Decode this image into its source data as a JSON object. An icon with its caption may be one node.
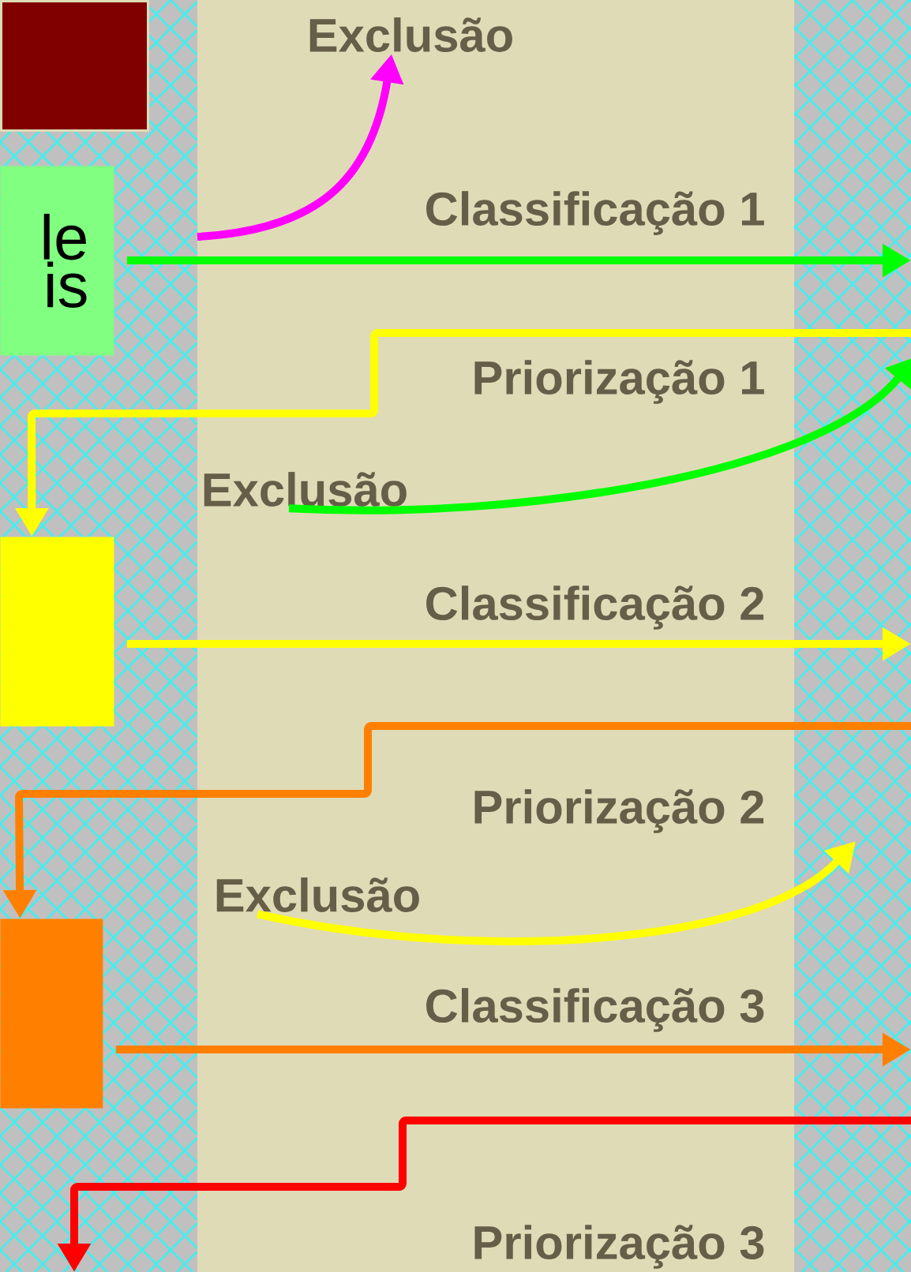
{
  "diagram": {
    "nodes": [
      {
        "text": [],
        "shape": "box"
      },
      {
        "text": [
          "Exclusão"
        ]
      },
      {
        "text": [
          "le is"
        ]
      },
      {
        "text": [
          "Exclusão"
        ]
      },
      {
        "text": [],
        "shape": "box"
      },
      {
        "text": [
          "Exclusão"
        ]
      },
      {
        "text": [],
        "shape": "box"
      }
    ],
    "edges": [
      {
        "from": null,
        "to": 1,
        "arrow": "to",
        "color": "#ff00ff"
      },
      {
        "from": 2,
        "to": null,
        "arrow": "to",
        "label": "Classificação 1",
        "color": "#00ff00"
      },
      {
        "from": null,
        "to": 4,
        "arrow": "to",
        "label": "Priorização 1",
        "color": "#ffff00"
      },
      {
        "from": 3,
        "to": null,
        "arrow": "to",
        "color": "#00ff00"
      },
      {
        "from": 4,
        "to": null,
        "arrow": "to",
        "label": "Classificação 2",
        "color": "#ffff00"
      },
      {
        "from": null,
        "to": 6,
        "arrow": "to",
        "label": "Priorização 2",
        "color": "#ff8000"
      },
      {
        "from": 5,
        "to": null,
        "arrow": "to",
        "color": "#ffff00"
      },
      {
        "from": 6,
        "to": null,
        "arrow": "to",
        "label": "Classificação 3",
        "color": "#ff8000"
      }
    ],
    "labels": [
      "Priorização 3"
    ]
  }
}
